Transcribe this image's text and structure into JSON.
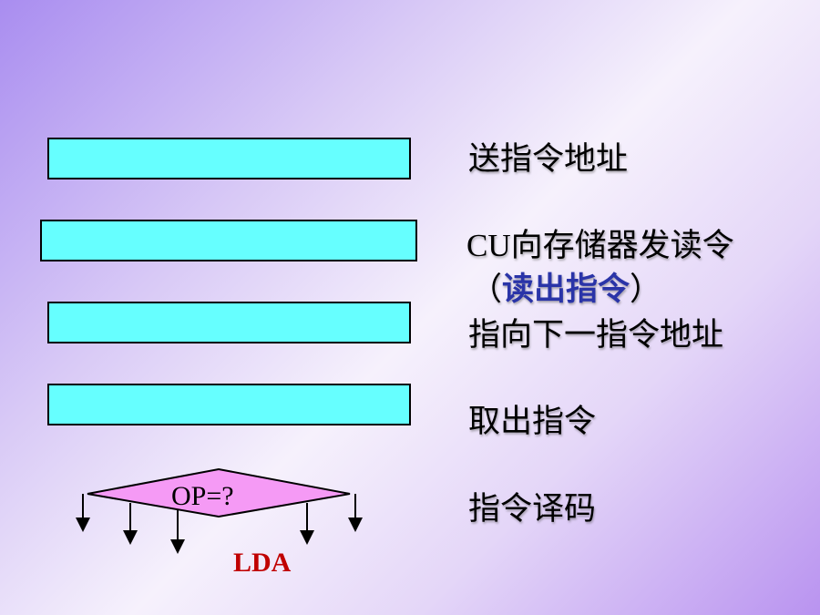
{
  "steps": [
    {
      "label": "送指令地址"
    },
    {
      "label_prefix": "CU",
      "label": "向存储器发读令"
    },
    {
      "paren_open": "（",
      "highlight": "读出指令",
      "paren_close": "）"
    },
    {
      "label": "指向下一指令地址"
    },
    {
      "label": "取出指令"
    },
    {
      "label": "指令译码"
    }
  ],
  "decision": {
    "text": "OP=?",
    "branch_label": "LDA"
  },
  "colors": {
    "box_fill": "#66ffff",
    "diamond_fill": "#f59af5",
    "highlight_text": "#2a34a8",
    "branch_text": "#c00000"
  }
}
